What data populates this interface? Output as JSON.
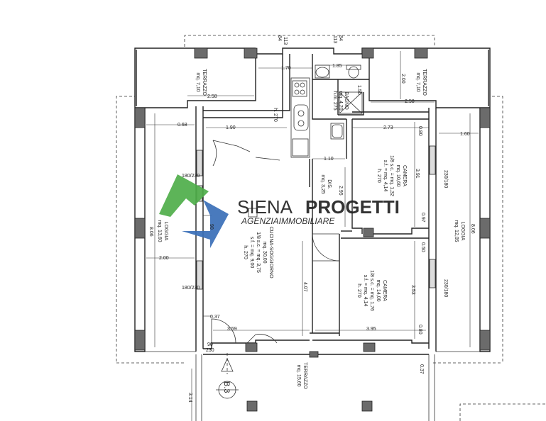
{
  "rooms": {
    "terrazzo_left": {
      "name": "TERRAZZO",
      "area": "mq. 7,10"
    },
    "terrazzo_right": {
      "name": "TERRAZZO",
      "area": "mq. 7,10"
    },
    "terrazzo_bottom": {
      "name": "TERRAZZO",
      "area": "mq. 15,60"
    },
    "bagno": {
      "name": "BAGNO",
      "area": "mq. 4,20",
      "height": "h.m. 275"
    },
    "loggia_left": {
      "name": "LOGGIA",
      "area": "mq. 13,60"
    },
    "loggia_right": {
      "name": "LOGGIA",
      "area": "mq. 12,05"
    },
    "cucina": {
      "name": "CUCINA-SOGGIORNO",
      "area": "mq. 30,00",
      "ratio": "1/8 s.c. = mq. 3,75",
      "sf": "s.f. = mq. 9,00",
      "height": "h. 270"
    },
    "dis": {
      "name": "DIS.",
      "area": "mq. 3,25"
    },
    "camera_top": {
      "name": "CAMERA",
      "area": "mq. 10,60",
      "ratio": "1/8 s.c. = mq. 1,32",
      "sf": "s.f. = mq. 4,14",
      "height": "h. 270"
    },
    "camera_bottom": {
      "name": "CAMERA",
      "area": "mq. 14,00",
      "ratio": "1/8 s.c. = mq. 1,76",
      "sf": "s.f. = mq. 4,14",
      "height": "h. 270"
    },
    "cucina_h": {
      "height": "h. 270"
    }
  },
  "dimensions": {
    "d170": "1.70",
    "d185": "1.85",
    "d258a": "2.58",
    "d258b": "2.58",
    "d200": "2.00",
    "d190": "1.90",
    "d273": "2.73",
    "d160": "1.60",
    "d068": "0.68",
    "d110": "1.10",
    "d295": "2.95",
    "d150": "1.50",
    "d200b": "2.00",
    "d806a": "8.06",
    "d806b": "8.06",
    "d391": "3.91",
    "d353": "3.53",
    "d407": "4.07",
    "d359": "3.59",
    "d395": "3.95",
    "d037a": "0.37",
    "d037b": "0.37",
    "d080a": "0.80",
    "d080b": "0.80",
    "d097": "0.97",
    "d050": "0.50",
    "d090": "90",
    "d230": "230",
    "d314": "3.14",
    "win_left1": "180/230",
    "win_left2": "180/230",
    "win_right1": "230/180",
    "win_right2": "230/180",
    "d113a": "113",
    "d113b": "113",
    "d84a": "84",
    "d84b": "84"
  },
  "section": "B.3",
  "watermark": {
    "brand_part1": "SIENA",
    "brand_part2": "PROGETTI",
    "tagline": "AGENZIAIMMOBILIARE"
  },
  "colors": {
    "wm_green": "#4fae4a",
    "wm_blue": "#3a6fb8",
    "wm_text": "#8a8f98",
    "line": "#222222"
  }
}
